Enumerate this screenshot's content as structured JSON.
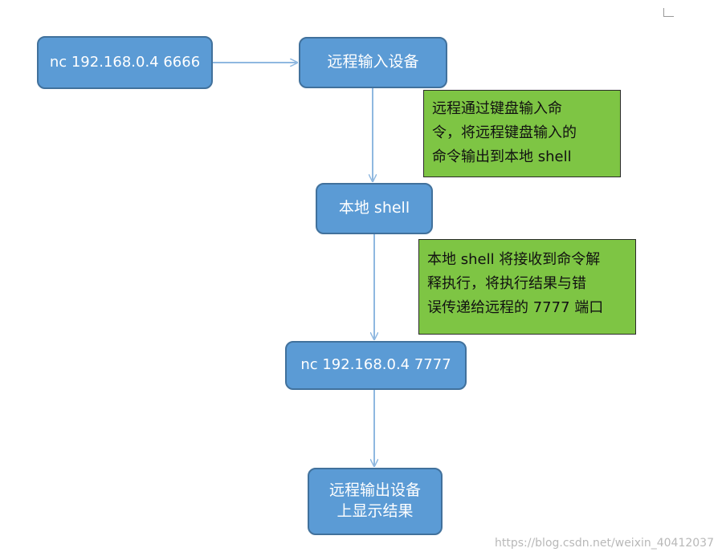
{
  "nodes": {
    "nc_input": "nc 192.168.0.4 6666",
    "remote_input": "远程输入设备",
    "local_shell": "本地 shell",
    "nc_output": "nc 192.168.0.4 7777",
    "remote_output_line1": "远程输出设备",
    "remote_output_line2": "上显示结果"
  },
  "notes": {
    "note1": [
      "远程通过键盘输入命",
      "令，将远程键盘输入的",
      "命令输出到本地 shell"
    ],
    "note2": [
      "本地 shell 将接收到命令解",
      "释执行，将执行结果与错",
      "误传递给远程的 7777 端口"
    ]
  },
  "watermark": "https://blog.csdn.net/weixin_40412037",
  "colors": {
    "node_fill": "#5b9bd5",
    "node_border": "#41719c",
    "note_fill": "#7ec544",
    "arrow": "#9dc3e6"
  }
}
